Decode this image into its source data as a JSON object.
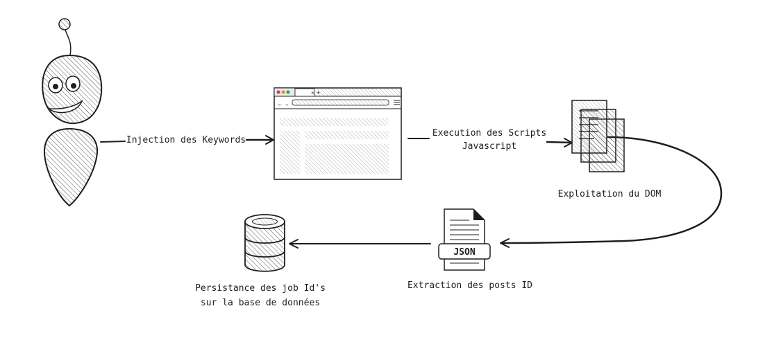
{
  "diagram": {
    "nodes": {
      "robot": {
        "icon": "robot-icon"
      },
      "browser": {
        "icon": "browser-window-icon"
      },
      "dom": {
        "icon": "documents-stack-icon",
        "label": "Exploitation du DOM"
      },
      "json": {
        "icon": "json-file-icon",
        "badge": "JSON",
        "label": "Extraction des posts ID"
      },
      "database": {
        "icon": "database-icon",
        "label_line1": "Persistance des job Id's",
        "label_line2": "sur la base de données"
      }
    },
    "edges": {
      "robot_to_browser": "Injection des Keywords",
      "browser_to_dom_line1": "Execution des Scripts",
      "browser_to_dom_line2": "Javascript"
    },
    "colors": {
      "ink": "#1e1e1e",
      "hatch": "#555555",
      "browser_red": "#e03131",
      "browser_yellow": "#f08c00",
      "browser_green": "#2f9e44"
    }
  }
}
